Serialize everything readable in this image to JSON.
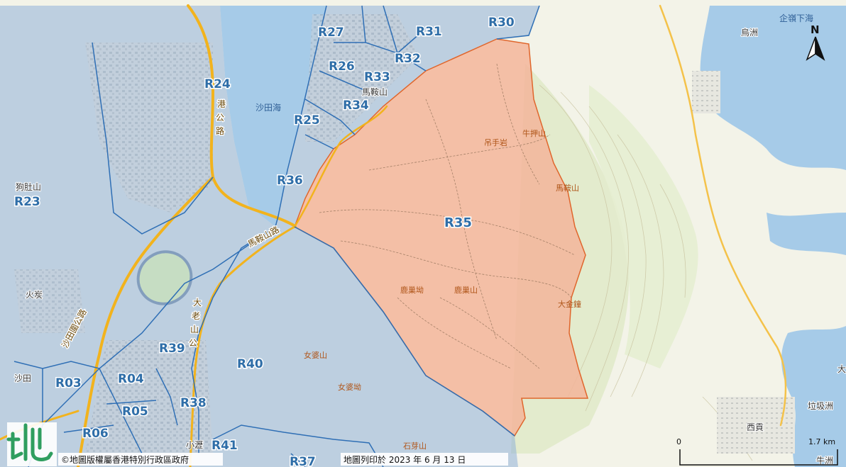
{
  "districts": {
    "R23": "R23",
    "R24": "R24",
    "R25": "R25",
    "R26": "R26",
    "R27": "R27",
    "R30": "R30",
    "R31": "R31",
    "R32": "R32",
    "R33": "R33",
    "R34": "R34",
    "R35": "R35",
    "R36": "R36",
    "R37": "R37",
    "R38": "R38",
    "R39": "R39",
    "R40": "R40",
    "R41": "R41",
    "R03": "R03",
    "R04": "R04",
    "R05": "R05",
    "R06": "R06"
  },
  "places": {
    "sha_tin_hoi": "沙田海",
    "ma_on_shan_town": "馬鞍山",
    "kau_to_shan": "狗肚山",
    "fo_tan": "火炭",
    "sha_tin": "沙田",
    "diu_sau_ngam": "吊手岩",
    "ngau_ngaak_shan": "牛押山",
    "ma_on_shan_peak": "馬鞍山",
    "luk_chau_au": "鹿巢坳",
    "luk_chau_shan": "鹿巢山",
    "tai_kam_chung": "大金鐘",
    "lui_po_shan": "女婆山",
    "lui_po_au": "女婆坳",
    "shek_nga_shan": "石芽山",
    "siu_lek_yuen": "小瀝",
    "kei_ling_ha_hoi": "企嶺下海",
    "wu_chau": "烏洲",
    "sai_kung": "西貢",
    "lap_sap_chau": "垃圾洲",
    "ngau_chau": "牛洲",
    "tai": "大"
  },
  "roads": {
    "ma_on_shan_road": "馬鞍山路",
    "tolo_highway_1": "港",
    "tolo_highway_2": "公",
    "tolo_highway_3": "路",
    "tate_1": "大",
    "tate_2": "老",
    "tate_3": "山",
    "tate_4": "公",
    "shatin_rd": "沙田圍公路"
  },
  "footer": {
    "copyright": "©地圖版權屬香港特別行政區政府",
    "printed": "地圖列印於 2023 年 6 月 13 日"
  },
  "north_arrow": {
    "label": "N"
  },
  "scale_bar": {
    "start": "0",
    "end": "1.7 km"
  },
  "colors": {
    "water": "#a6cbe8",
    "land": "#f3f3e8",
    "hill": "#dde8c7",
    "overlay": "#7da3cf",
    "district_line": "#2f6fb5",
    "highlight_fill": "#f3b59a",
    "highlight_stroke": "#e0662c",
    "road": "#f2b31d"
  }
}
